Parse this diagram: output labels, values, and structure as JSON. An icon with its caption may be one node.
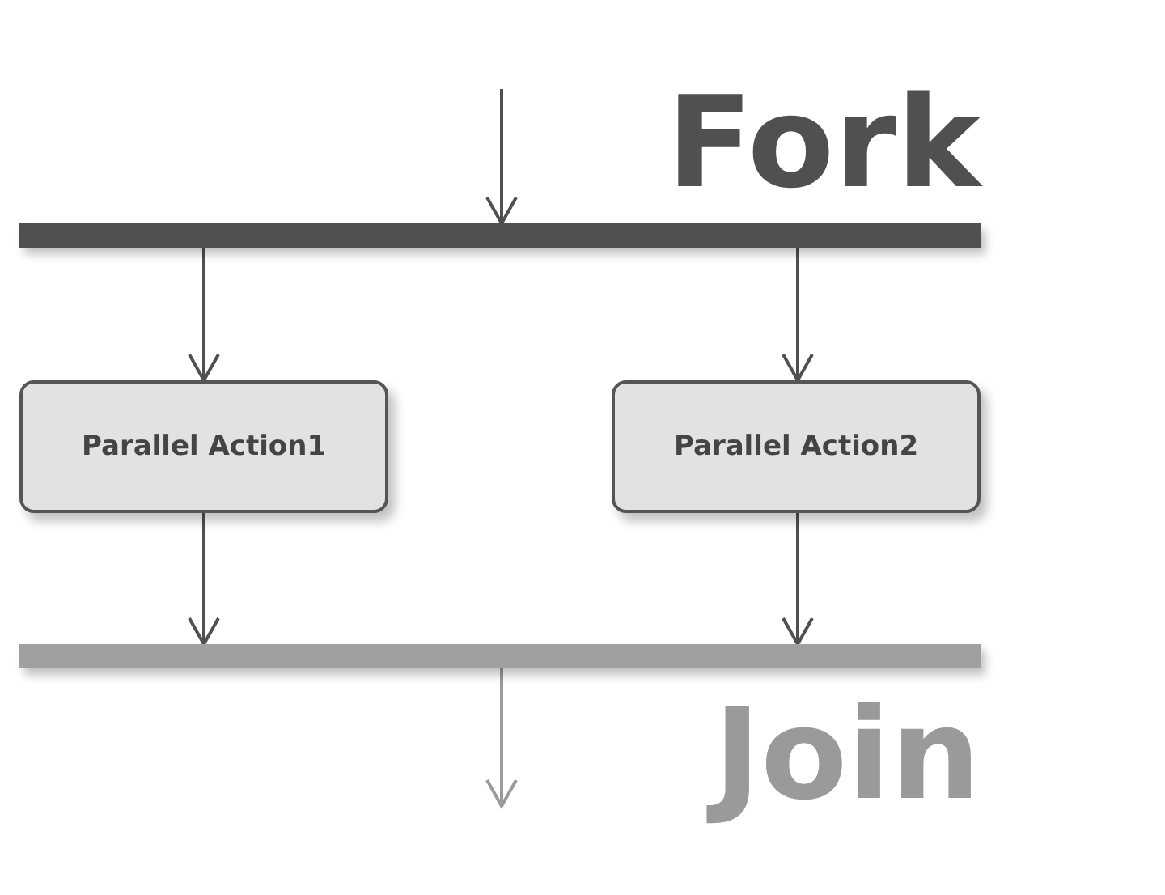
{
  "diagram": {
    "nodes": [
      {
        "text": [],
        "shape": "bar",
        "beside": [
          "Fork"
        ]
      },
      {
        "text": [
          "Parallel Action1"
        ]
      },
      {
        "text": [
          "Parallel Action2"
        ]
      },
      {
        "text": [],
        "shape": "bar",
        "beside": [
          "Join"
        ]
      }
    ],
    "edges": [
      {
        "from": null,
        "to": 0,
        "arrow": "to"
      },
      {
        "from": 0,
        "to": 1,
        "arrow": "to"
      },
      {
        "from": 0,
        "to": 2,
        "arrow": "to"
      },
      {
        "from": 1,
        "to": 3,
        "arrow": "to"
      },
      {
        "from": 2,
        "to": 3,
        "arrow": "to"
      },
      {
        "from": 3,
        "to": null,
        "arrow": "to",
        "color": "#9a9a9a"
      }
    ]
  }
}
